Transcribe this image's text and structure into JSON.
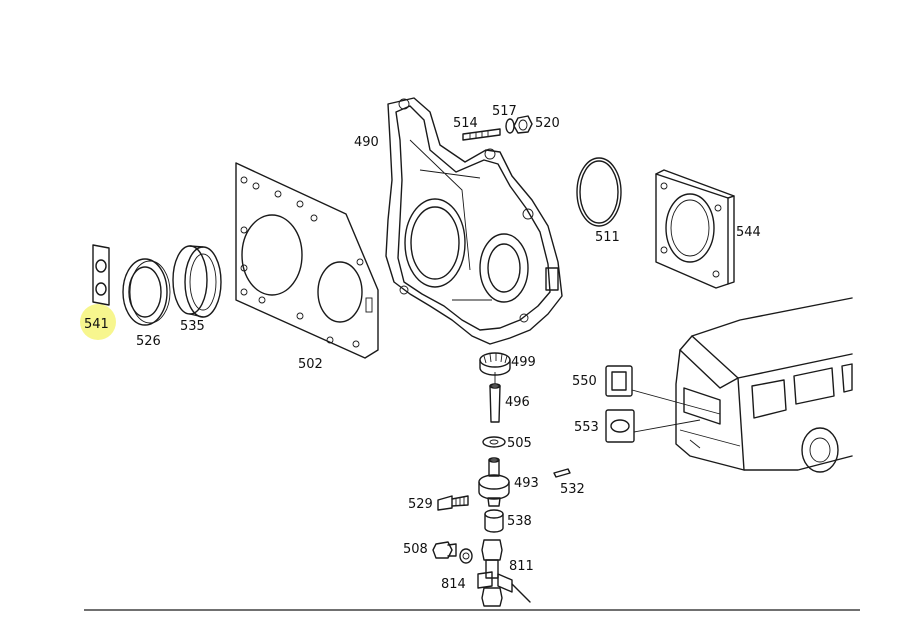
{
  "diagram": {
    "highlight_color": "#f6f47a",
    "line_color": "#1a1a1a",
    "highlighted_part": "541",
    "callouts": {
      "p490": "490",
      "p514": "514",
      "p517": "517",
      "p520": "520",
      "p511": "511",
      "p544": "544",
      "p541": "541",
      "p526": "526",
      "p535": "535",
      "p502": "502",
      "p499": "499",
      "p496": "496",
      "p505": "505",
      "p493": "493",
      "p532": "532",
      "p529": "529",
      "p538": "538",
      "p508": "508",
      "p814": "814",
      "p811": "811",
      "p550": "550",
      "p553": "553"
    }
  }
}
